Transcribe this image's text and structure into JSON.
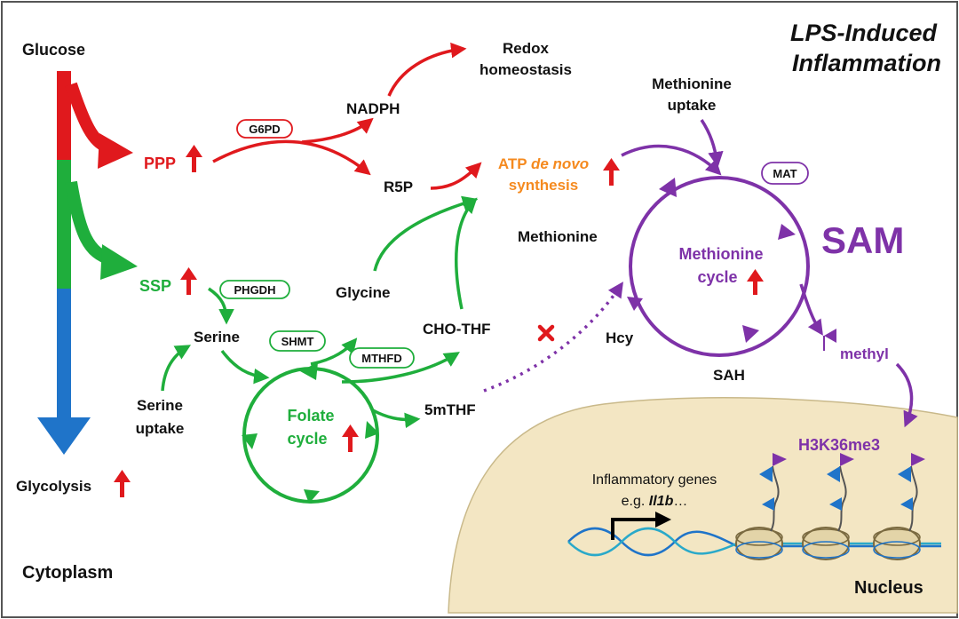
{
  "title": {
    "line1": "LPS-Induced",
    "line2": "Inflammation"
  },
  "compartments": {
    "cytoplasm": "Cytoplasm",
    "nucleus": "Nucleus"
  },
  "glycolysis": {
    "source": "Glucose",
    "end": "Glycolysis"
  },
  "pathways": {
    "ppp": "PPP",
    "ssp": "SSP",
    "nadph": "NADPH",
    "r5p": "R5P",
    "redox_line1": "Redox",
    "redox_line2": "homeostasis",
    "atp_line1_a": "ATP ",
    "atp_line1_b": "de novo",
    "atp_line2": "synthesis"
  },
  "serine": {
    "serine": "Serine",
    "uptake_line1": "Serine",
    "uptake_line2": "uptake",
    "glycine": "Glycine",
    "cho_thf": "CHO-THF",
    "mthf": "5mTHF",
    "folate_line1": "Folate",
    "folate_line2": "cycle"
  },
  "methionine": {
    "uptake_line1": "Methionine",
    "uptake_line2": "uptake",
    "methionine": "Methionine",
    "cycle_line1": "Methionine",
    "cycle_line2": "cycle",
    "sam": "SAM",
    "sah": "SAH",
    "hcy": "Hcy",
    "methyl": "methyl"
  },
  "enzymes": {
    "g6pd": "G6PD",
    "phgdh": "PHGDH",
    "shmt": "SHMT",
    "mthfd": "MTHFD",
    "mat": "MAT"
  },
  "nucleus": {
    "histone_mark": "H3K36me3",
    "genes_line1": "Inflammatory genes",
    "genes_prefix": "e.g. ",
    "genes_gene": "Il1b",
    "genes_suffix": "…"
  },
  "colors": {
    "red": "#e0191d",
    "green": "#1fae3c",
    "blue": "#1f74c9",
    "purple": "#7e32a8",
    "orange": "#f58a1f",
    "nucleus_fill": "#f3e6c3"
  },
  "symbols": {
    "up_arrow": "up-arrow-icon",
    "block": "red-x-icon"
  }
}
